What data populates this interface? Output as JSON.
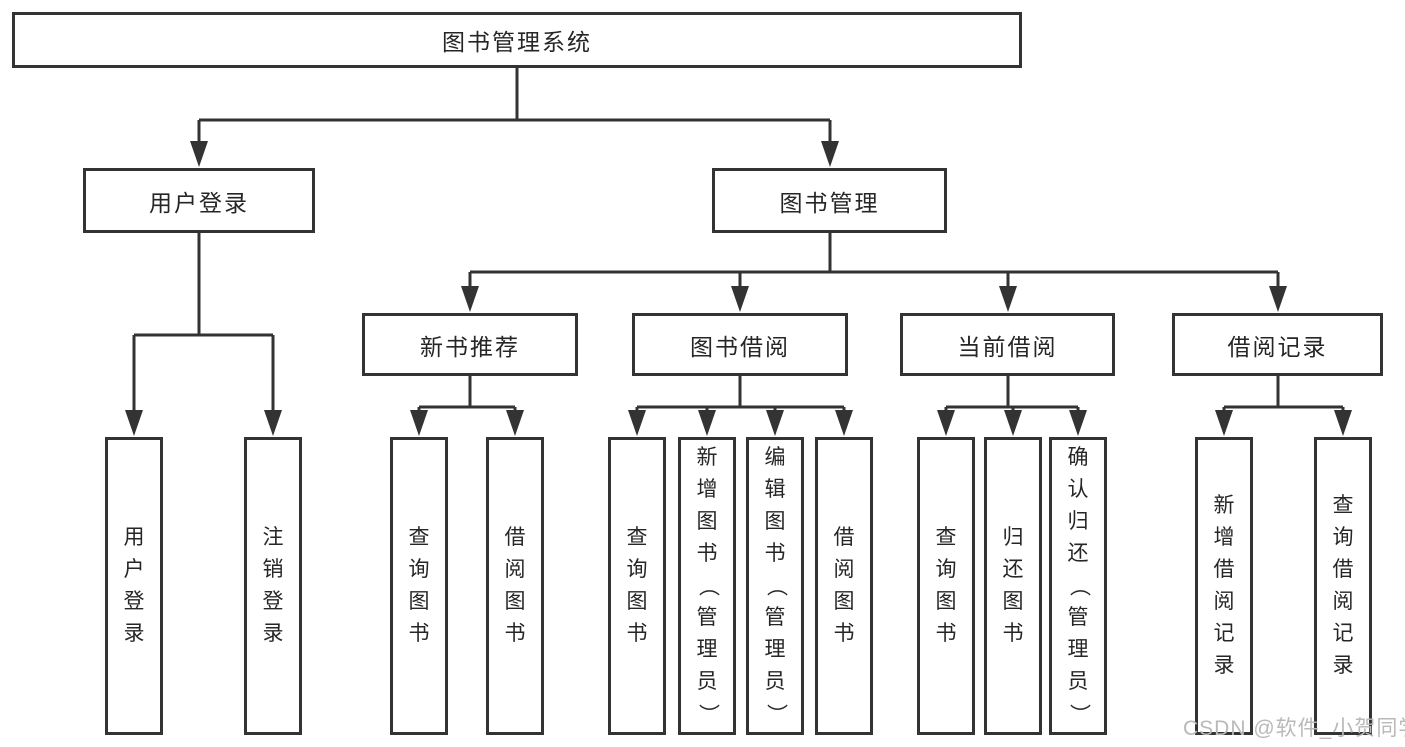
{
  "diagram": {
    "root": {
      "label": "图书管理系统"
    },
    "level2": [
      {
        "label": "用户登录"
      },
      {
        "label": "图书管理"
      }
    ],
    "level3": [
      {
        "label": "新书推荐"
      },
      {
        "label": "图书借阅"
      },
      {
        "label": "当前借阅"
      },
      {
        "label": "借阅记录"
      }
    ],
    "leaves": {
      "user_login": [
        "用户登录",
        "注销登录"
      ],
      "new_book_recommend": [
        "查询图书",
        "借阅图书"
      ],
      "book_borrowing": [
        "查询图书",
        "新增图书（管理员）",
        "编辑图书（管理员）",
        "借阅图书"
      ],
      "current_borrowing": [
        "查询图书",
        "归还图书",
        "确认归还（管理员）"
      ],
      "borrowing_records": [
        "新增借阅记录",
        "查询借阅记录"
      ]
    },
    "colors": {
      "line": "#333333",
      "text": "#262626",
      "background": "#ffffff",
      "watermark": "#b9b9b9"
    }
  },
  "watermark": {
    "text": "CSDN @软件_小贺同学"
  }
}
